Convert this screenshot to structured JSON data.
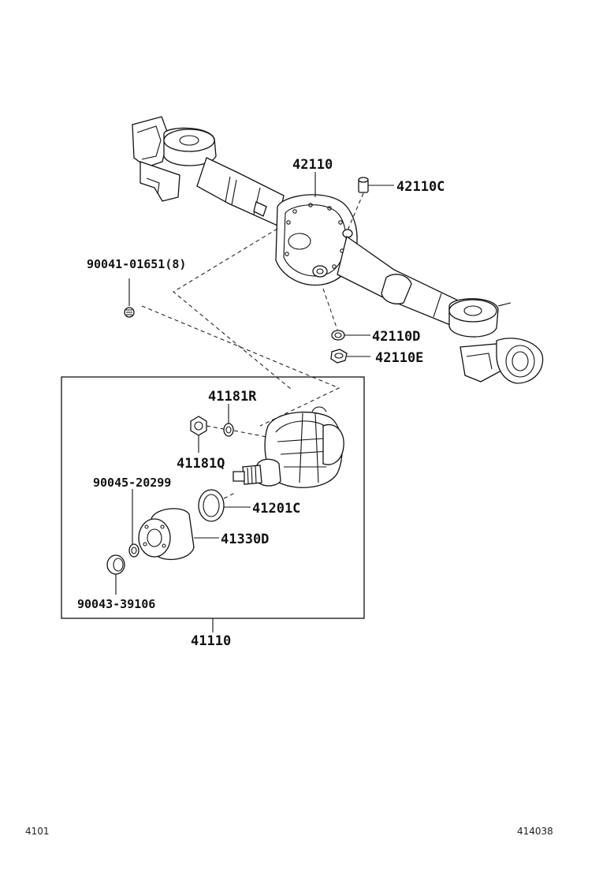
{
  "labels": {
    "housing": "42110",
    "breather": "42110C",
    "bolt": "90041-01651(8)",
    "gasket": "42110D",
    "plug": "42110E",
    "carrier_assy": "41110",
    "nut": "41181Q",
    "washer": "41181R",
    "seal": "41201C",
    "flange": "41330D",
    "oil_seal": "90045-20299",
    "dust_deflector": "90043-39106"
  },
  "footer": {
    "left_code": "4101",
    "right_code": "414038"
  },
  "colors": {
    "ink": "#111111",
    "background": "#ffffff"
  }
}
